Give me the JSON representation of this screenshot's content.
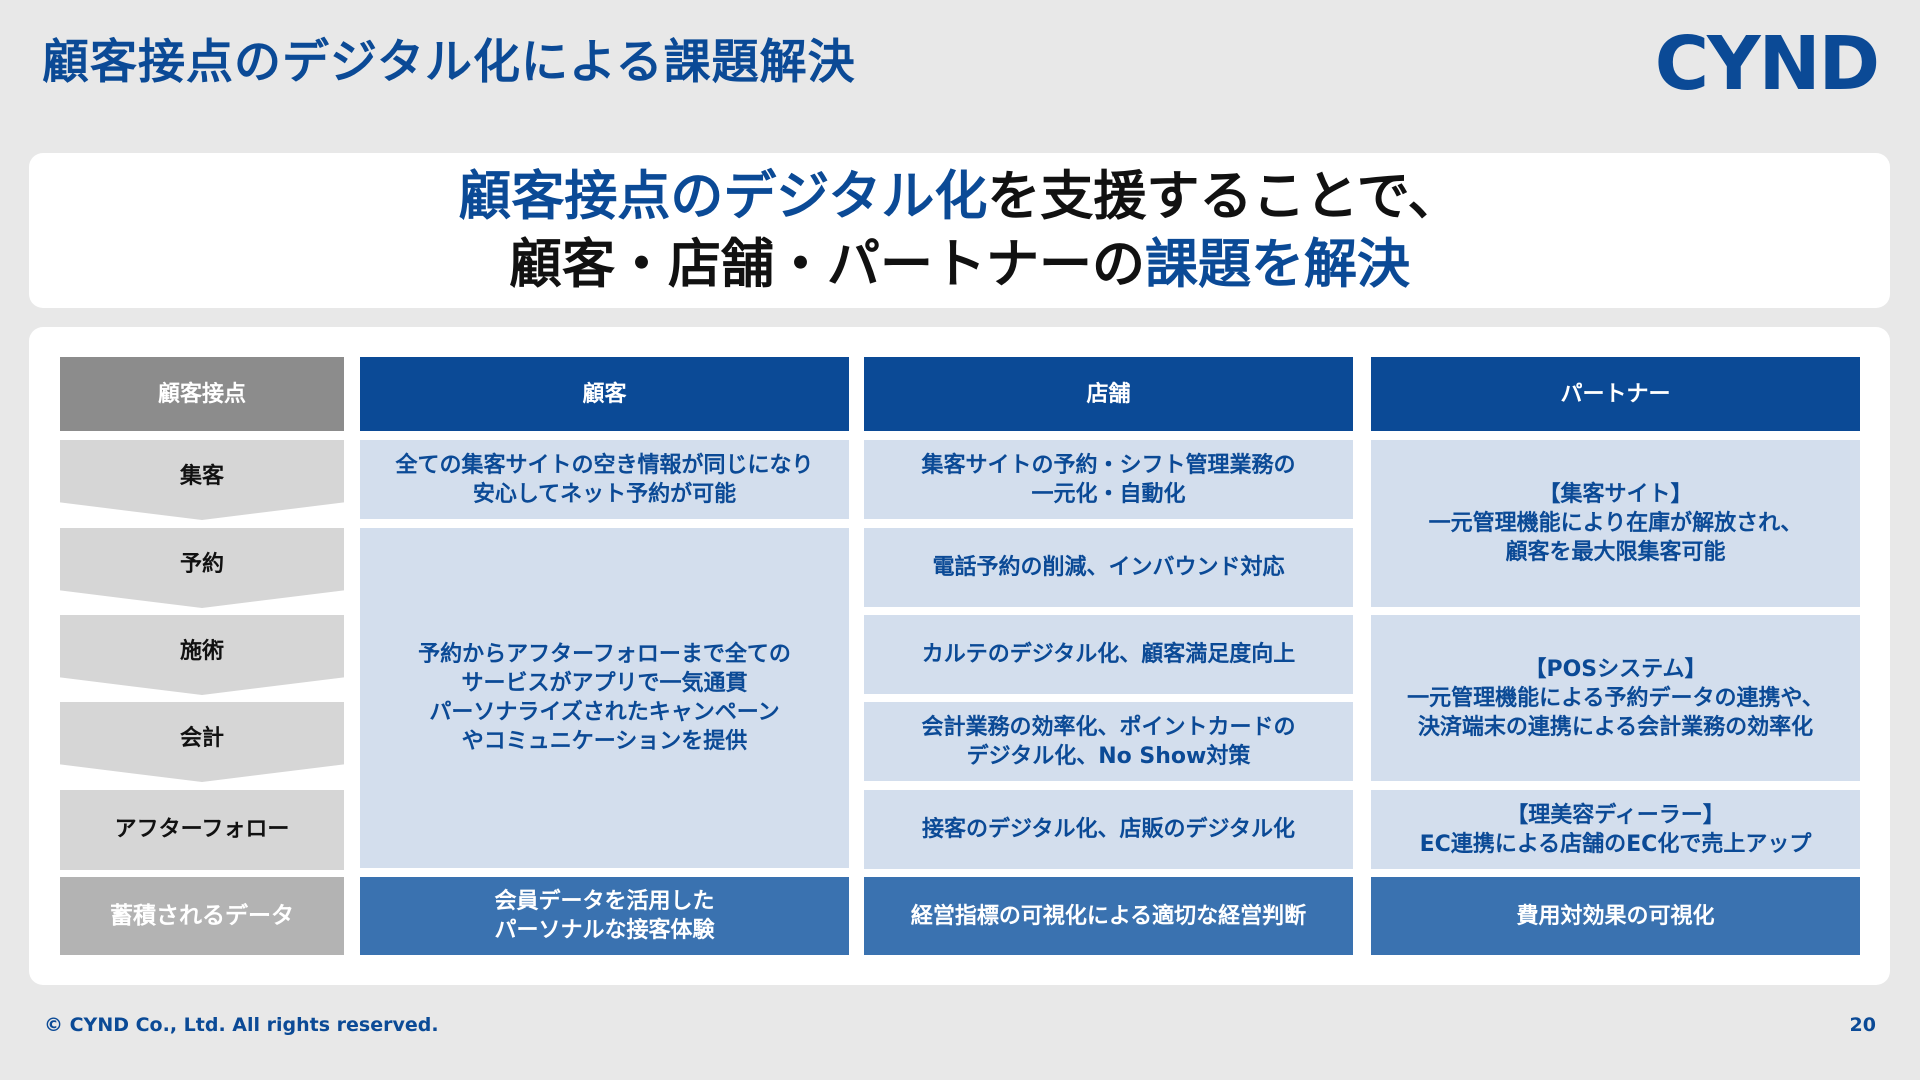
{
  "page": {
    "title": "顧客接点のデジタル化による課題解決",
    "logo": "CYND"
  },
  "headline": {
    "line1_highlight": "顧客接点のデジタル化",
    "line1_rest": "を支援することで、",
    "line2_start": "顧客・店舗・パートナーの",
    "line2_highlight": "課題を解決"
  },
  "table": {
    "headers": {
      "touchpoint": "顧客接点",
      "customer": "顧客",
      "store": "店舗",
      "partner": "パートナー"
    },
    "stages": [
      "集客",
      "予約",
      "施術",
      "会計",
      "アフターフォロー"
    ],
    "customer": {
      "acquisition": "全ての集客サイトの空き情報が同じになり\n安心してネット予約が可能",
      "service": "予約からアフターフォローまで全ての\nサービスがアプリで一気通貫\nパーソナライズされたキャンペーン\nやコミュニケーションを提供"
    },
    "store": [
      "集客サイトの予約・シフト管理業務の\n一元化・自動化",
      "電話予約の削減、インバウンド対応",
      "カルテのデジタル化、顧客満足度向上",
      "会計業務の効率化、ポイントカードの\nデジタル化、No Show対策",
      "接客のデジタル化、店販のデジタル化"
    ],
    "partner": [
      "【集客サイト】\n一元管理機能により在庫が解放され、\n顧客を最大限集客可能",
      "【POSシステム】\n一元管理機能による予約データの連携や、\n決済端末の連携による会計業務の効率化",
      "【理美容ディーラー】\nEC連携による店舗のEC化で売上アップ"
    ],
    "data_row": {
      "label": "蓄積されるデータ",
      "customer": "会員データを活用した\nパーソナルな接客体験",
      "store": "経営指標の可視化による適切な経営判断",
      "partner": "費用対効果の可視化"
    }
  },
  "footer": {
    "copyright": "© CYND Co., Ltd. All rights reserved.",
    "page_number": "20"
  },
  "colors": {
    "brand_blue": "#0b4a96",
    "light_blue": "#d3deed",
    "mid_blue": "#3a72b0",
    "gray_header": "#8c8c8c",
    "stage_gray": "#d6d6d6",
    "data_gray": "#b3b3b3"
  }
}
